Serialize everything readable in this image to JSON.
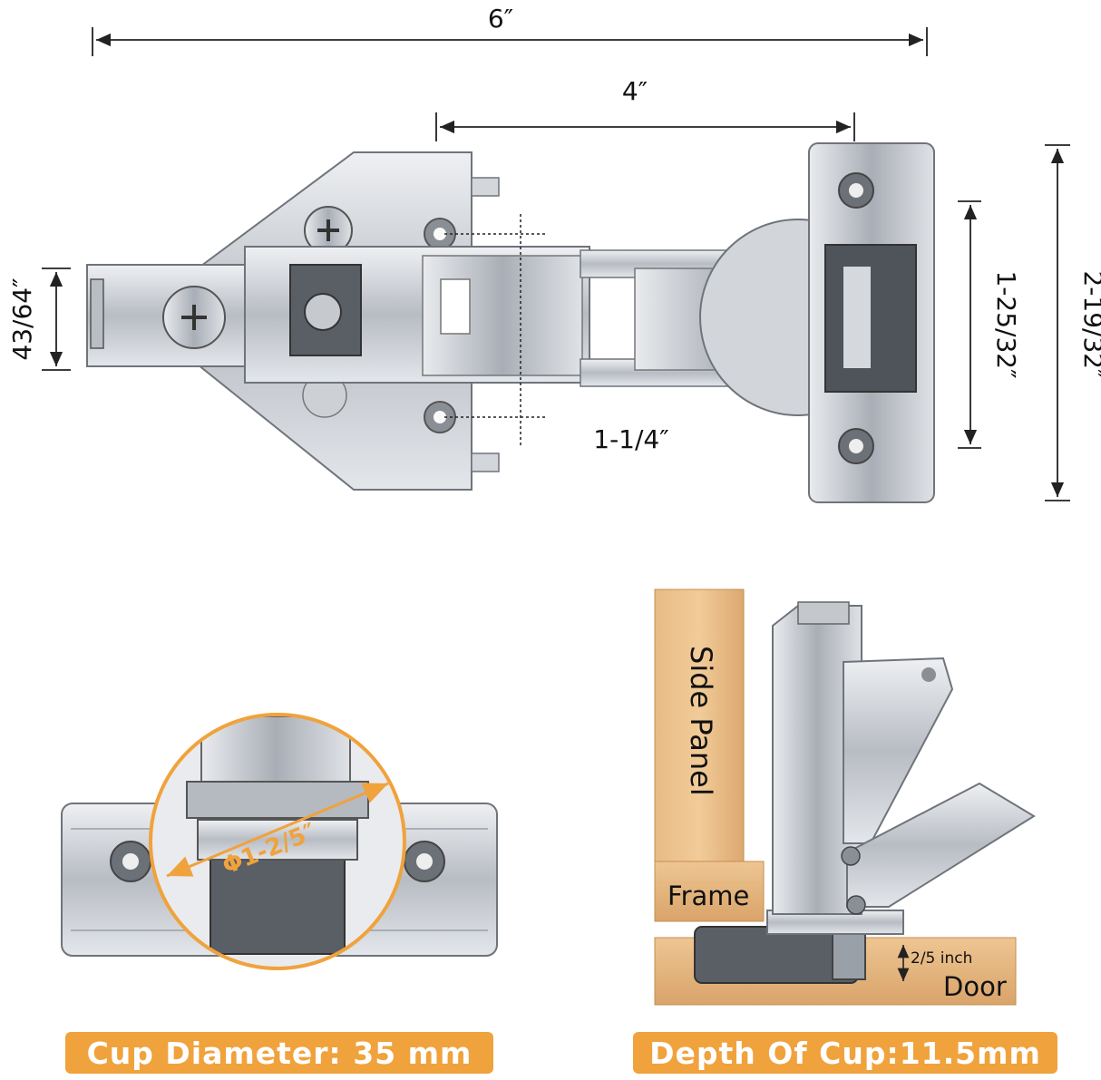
{
  "dimensions": {
    "overall_length": "6″",
    "arm_length": "4″",
    "plate_height": "43/64″",
    "hole_spacing": "1-1/4″",
    "mount_plate_inner": "1-25/32″",
    "mount_plate_outer": "2-19/32″"
  },
  "cup_detail": {
    "diameter_label": "Φ1-2/5″",
    "caption": "Cup Diameter: 35 mm"
  },
  "installation": {
    "side_panel_label": "Side Panel",
    "frame_label": "Frame",
    "door_label": "Door",
    "depth_label": "2/5 inch",
    "caption": "Depth Of Cup:11.5mm"
  },
  "colors": {
    "accent": "#f0a23c",
    "metal": "#c9ccd1",
    "wood": "#e2b27a"
  }
}
